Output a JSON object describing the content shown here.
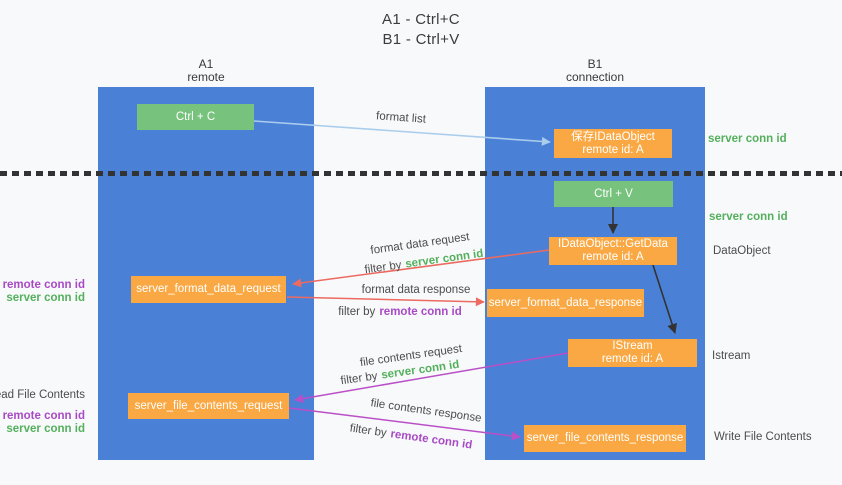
{
  "title": {
    "line1": "A1 - Ctrl+C",
    "line2": "B1 - Ctrl+V"
  },
  "columns": [
    {
      "name": "A1",
      "subtitle": "remote"
    },
    {
      "name": "B1",
      "subtitle": "connection"
    }
  ],
  "nodes": {
    "ctrl_c": "Ctrl + C",
    "ctrl_v": "Ctrl + V",
    "save_idataobject": {
      "line1": "保存IDataObject",
      "line2": "remote id: A"
    },
    "idataobject_getdata": {
      "line1": "IDataObject::GetData",
      "line2": "remote id: A"
    },
    "istream_node": {
      "line1": "IStream",
      "line2": "remote id: A"
    },
    "server_format_data_request": "server_format_data_request",
    "server_format_data_response": "server_format_data_response",
    "server_file_contents_request": "server_file_contents_request",
    "server_file_contents_response": "server_file_contents_response"
  },
  "arrow_labels": {
    "format_list": "format list",
    "format_data_request": "format data request",
    "format_data_response": "format data response",
    "file_contents_request": "file contents request",
    "file_contents_response": "file contents response",
    "filter_by": "filter by",
    "server_conn_id": "server conn id",
    "remote_conn_id": "remote conn id"
  },
  "annotations": {
    "server_conn_id": "server conn id",
    "remote_conn_id": "remote conn id",
    "data_object": "DataObject",
    "istream": "Istream",
    "read_file_contents": "Read File Contents",
    "write_file_contents": "Write File Contents"
  },
  "colors": {
    "column_blue": "#4a80d6",
    "box_green": "#77c27c",
    "box_orange": "#f9a843",
    "arrow_red": "#ec6a60",
    "arrow_magenta": "#ba4fc8",
    "arrow_blue": "#aacdee",
    "green_text": "#54b05c",
    "purple_text": "#a94ac5"
  }
}
